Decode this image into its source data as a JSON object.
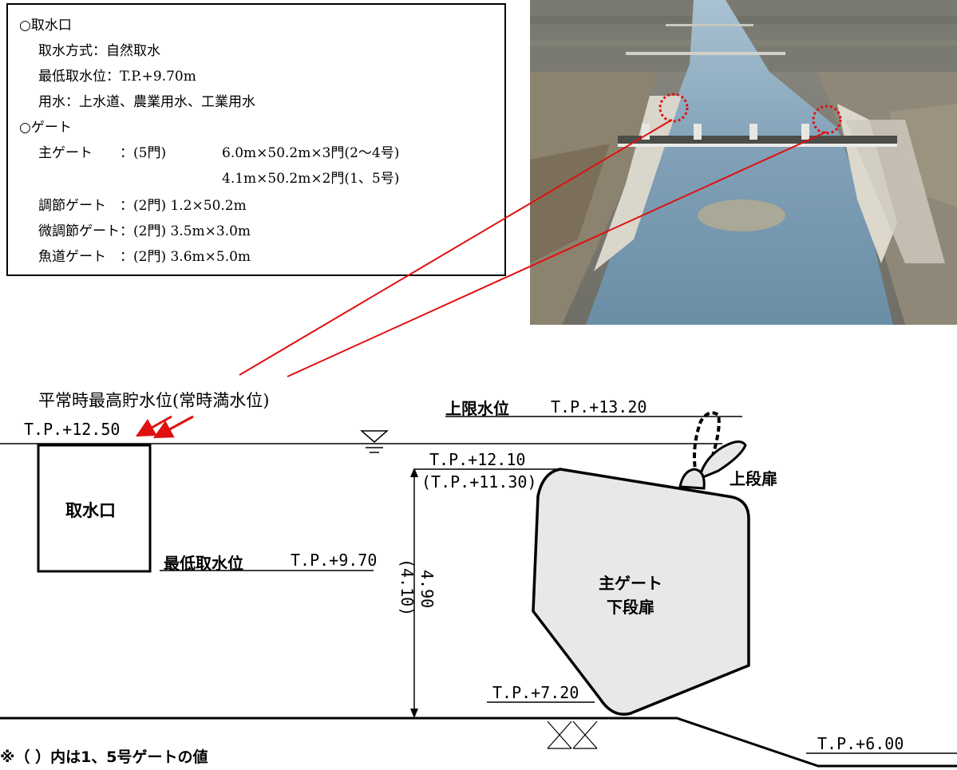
{
  "info_box": {
    "intake_header": "○取水口",
    "intake_method": "取水方式：自然取水",
    "min_intake_level": "最低取水位：T.P.+9.70m",
    "water_use": "用水：上水道、農業用水、工業用水",
    "gate_header": "○ゲート",
    "main_gate_label": "主ゲート　　：(5門)",
    "main_gate_spec_1": "6.0m×50.2m×3門(2～4号)",
    "main_gate_spec_2": "4.1m×50.2m×2門(1、5号)",
    "adjust_gate": "調節ゲート　：(2門) 1.2×50.2m",
    "fine_adjust_gate": "微調節ゲート：(2門) 3.5m×3.0m",
    "fishway_gate": "魚道ゲート　：(2門) 3.6m×5.0m"
  },
  "diagram": {
    "normal_max_level_title": "平常時最高貯水位(常時満水位)",
    "tp_1250": "T.P.+12.50",
    "upper_limit_label": "上限水位",
    "tp_1320": "T.P.+13.20",
    "tp_1210": "T.P.+12.10",
    "tp_1130": "(T.P.+11.30)",
    "upper_gate_label": "上段扉",
    "intake_box_label": "取水口",
    "min_level_label": "最低取水位",
    "tp_970": "T.P.+9.70",
    "dim_main": "4.90",
    "dim_alt": "(4.10)",
    "main_gate_label_1": "主ゲート",
    "main_gate_label_2": "下段扉",
    "tp_720": "T.P.+7.20",
    "tp_600": "T.P.+6.00",
    "footnote": "※（ ）内は1、5号ゲートの値"
  },
  "colors": {
    "leader_line": "#e01010",
    "gate_fill": "#e8e8e8",
    "water": "#7fa2b8"
  }
}
